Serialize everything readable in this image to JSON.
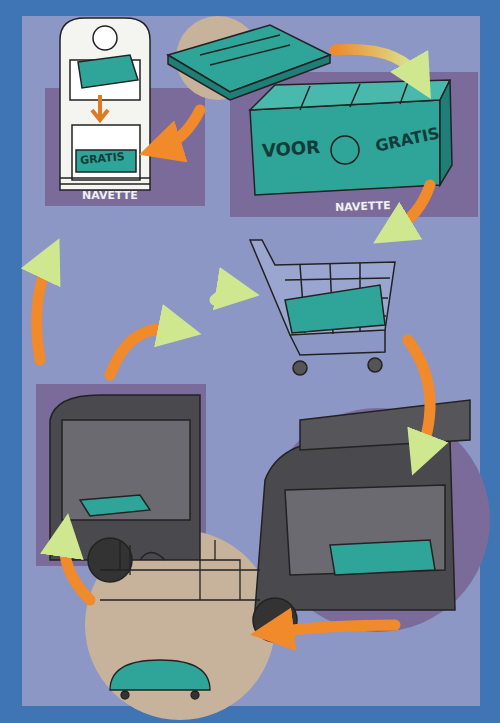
{
  "diagram": {
    "labels": [
      "GRATIS",
      "NAVETTE",
      "VOOR",
      "GRATIS",
      "NAVETTE"
    ]
  }
}
